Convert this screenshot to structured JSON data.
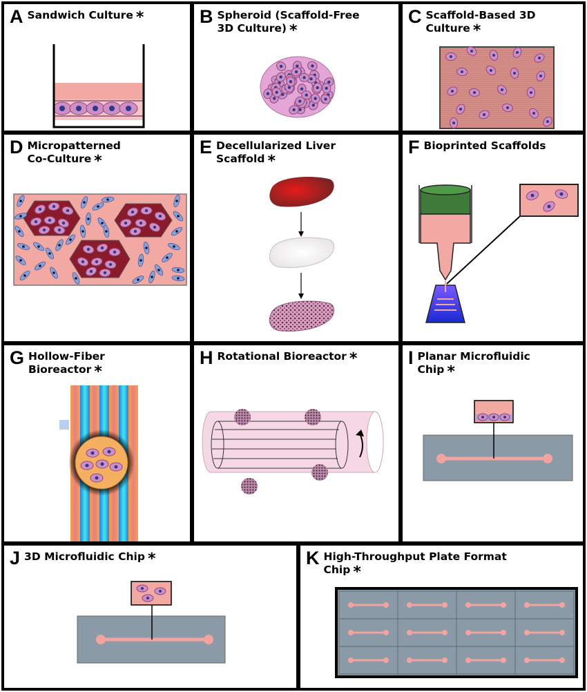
{
  "panels": [
    {
      "letter": "A",
      "title": "Sandwich Culture",
      "mark": "*"
    },
    {
      "letter": "B",
      "title": "Spheroid (Scaffold-Free",
      "title2": "3D Culture)",
      "mark": "*"
    },
    {
      "letter": "C",
      "title": "Scaffold-Based 3D",
      "title2": "Culture",
      "mark": "*"
    },
    {
      "letter": "D",
      "title": "Micropatterned",
      "title2": "Co-Culture",
      "mark": "*"
    },
    {
      "letter": "E",
      "title": "Decellularized Liver",
      "title2": "Scaffold",
      "mark": "*"
    },
    {
      "letter": "F",
      "title": "Bioprinted Scaffolds"
    },
    {
      "letter": "G",
      "title": "Hollow-Fiber",
      "title2": "Bioreactor",
      "mark": "*"
    },
    {
      "letter": "H",
      "title": "Rotational Bioreactor",
      "mark": "*"
    },
    {
      "letter": "I",
      "title": "Planar Microfluidic",
      "title2": "Chip",
      "mark": "*"
    },
    {
      "letter": "J",
      "title": "3D Microfluidic Chip",
      "mark": "*"
    },
    {
      "letter": "K",
      "title": "High-Throughput Plate Format",
      "title2": "Chip",
      "mark": "*"
    }
  ],
  "colors": {
    "cell_body": "#d08ec4",
    "nucleus": "#2a3a8c",
    "medium_pink": "#f2a9a3",
    "matrix_dark_red": "#8b1a2b",
    "chip_gray": "#8a9aa6",
    "channel_pink": "#f4a4a0",
    "ink_green": "#3f7a3a",
    "uv_blue": "#1a2ad0"
  },
  "icons": [
    "transwell-well-icon",
    "spheroid-icon",
    "hydrogel-scaffold-icon",
    "hexagon-pattern-icon",
    "liver-lobe-icon",
    "bioprinter-nozzle-icon",
    "hollow-fiber-icon",
    "rotating-cylinder-icon",
    "microfluidic-chip-icon",
    "plate-grid-icon"
  ]
}
